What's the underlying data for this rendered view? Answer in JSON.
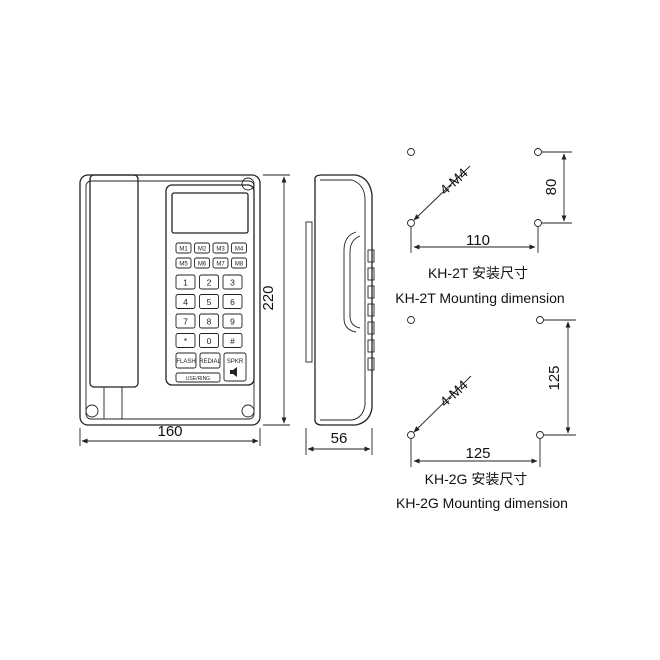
{
  "front_view": {
    "memory_keys": [
      "M1",
      "M2",
      "M3",
      "M4",
      "M5",
      "M6",
      "M7",
      "M8"
    ],
    "digit_keys": [
      "1",
      "2",
      "3",
      "4",
      "5",
      "6",
      "7",
      "8",
      "9",
      "*",
      "0",
      "#"
    ],
    "func_keys": {
      "flash": "FLASH",
      "redial": "REDIAL",
      "speaker": "SPKR"
    },
    "bottom_label": "USE/RING",
    "width_dim": "160",
    "height_dim": "220"
  },
  "side_view": {
    "depth_dim": "56"
  },
  "mount_2t": {
    "screw_label": "4-M4",
    "h_dim": "110",
    "v_dim": "80",
    "caption_cn": "KH-2T 安装尺寸",
    "caption_en": "KH-2T Mounting dimension"
  },
  "mount_2g": {
    "screw_label": "4-M4",
    "h_dim": "125",
    "v_dim": "125",
    "caption_cn": "KH-2G 安装尺寸",
    "caption_en": "KH-2G Mounting dimension"
  }
}
